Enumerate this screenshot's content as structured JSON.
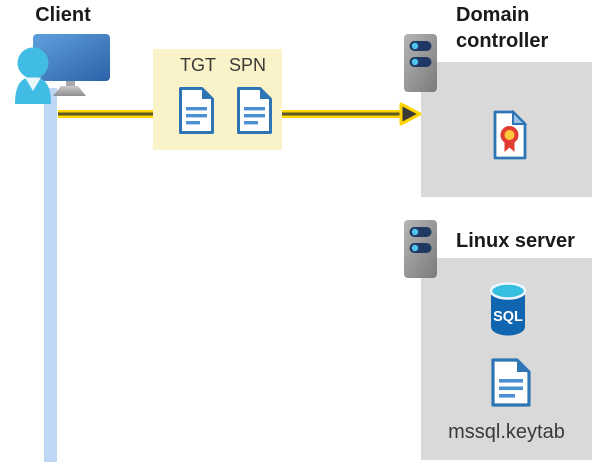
{
  "client": {
    "label": "Client"
  },
  "tokens": {
    "tgt": "TGT",
    "spn": "SPN"
  },
  "domain_controller": {
    "label": "Domain controller"
  },
  "linux_server": {
    "label": "Linux server",
    "database_label": "SQL",
    "keytab_file": "mssql.keytab"
  },
  "icons": [
    "client-workstation-icon",
    "server-icon",
    "document-icon",
    "certificate-icon",
    "sql-database-icon",
    "arrow-right-icon"
  ],
  "colors": {
    "highlight_box": "#FAF2C8",
    "entity_box": "#D9D9D9",
    "arrow_yellow": "#FFD400",
    "arrow_head_dark": "#3B3A39",
    "connector_blue": "#BDD7F4",
    "doc_border_blue": "#2E75B6",
    "doc_line_blue": "#4A90D2",
    "person_cyan": "#41BCE4",
    "sql_body_blue": "#1065B1",
    "sql_top_cyan": "#35BEE0",
    "server_slot_navy": "#1F3864",
    "server_dot_cyan": "#4EC6EE",
    "cert_ring_red": "#E03C31",
    "cert_center_yellow": "#FFC83D"
  }
}
